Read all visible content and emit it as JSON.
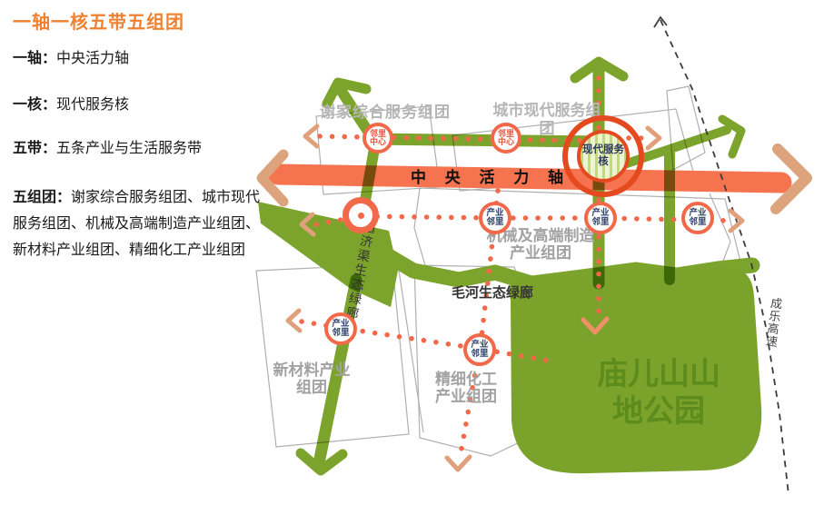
{
  "title": "一轴一核五带五组团",
  "legend": {
    "items": [
      {
        "term": "一轴：",
        "desc": "中央活力轴"
      },
      {
        "term": "一核：",
        "desc": "现代服务核"
      },
      {
        "term": "五带：",
        "desc": "五条产业与生活服务带"
      },
      {
        "term": "五组团：",
        "desc": "谢家综合服务组团、城市现代服务组团、机械及高端制造产业组团、新材料产业组团、精细化工产业组团"
      }
    ]
  },
  "map": {
    "axis_label": "中 央 活 力 轴",
    "core_label": "现代服务核",
    "node_labels": {
      "neighborhood_center": "邻里中心",
      "industry_neighborhood": "产业邻里"
    },
    "district_labels": {
      "xiejia": "谢家综合服务组团",
      "chengshi": "城市现代服务组团",
      "jixie": "机械及高端制造产业组团",
      "xincailiao": "新材料产业组团",
      "jingxi": "精细化工产业组团"
    },
    "park_label": "庙儿山山地公园",
    "corridor_labels": {
      "maohe": "毛河生态绿廊",
      "tongjiqu": "通济渠生态绿廊"
    },
    "highway_label": "成乐高速",
    "colors": {
      "green": "#7ca32b",
      "park_green": "#7ba32c",
      "axis_salmon": "#f5734e",
      "dot_orange": "#f2694a",
      "core_ring_red": "#e5491f",
      "arrow_tan": "#dca37c",
      "title_orange": "#ef8232",
      "district_outline_gray": "#b0b0b0"
    }
  }
}
